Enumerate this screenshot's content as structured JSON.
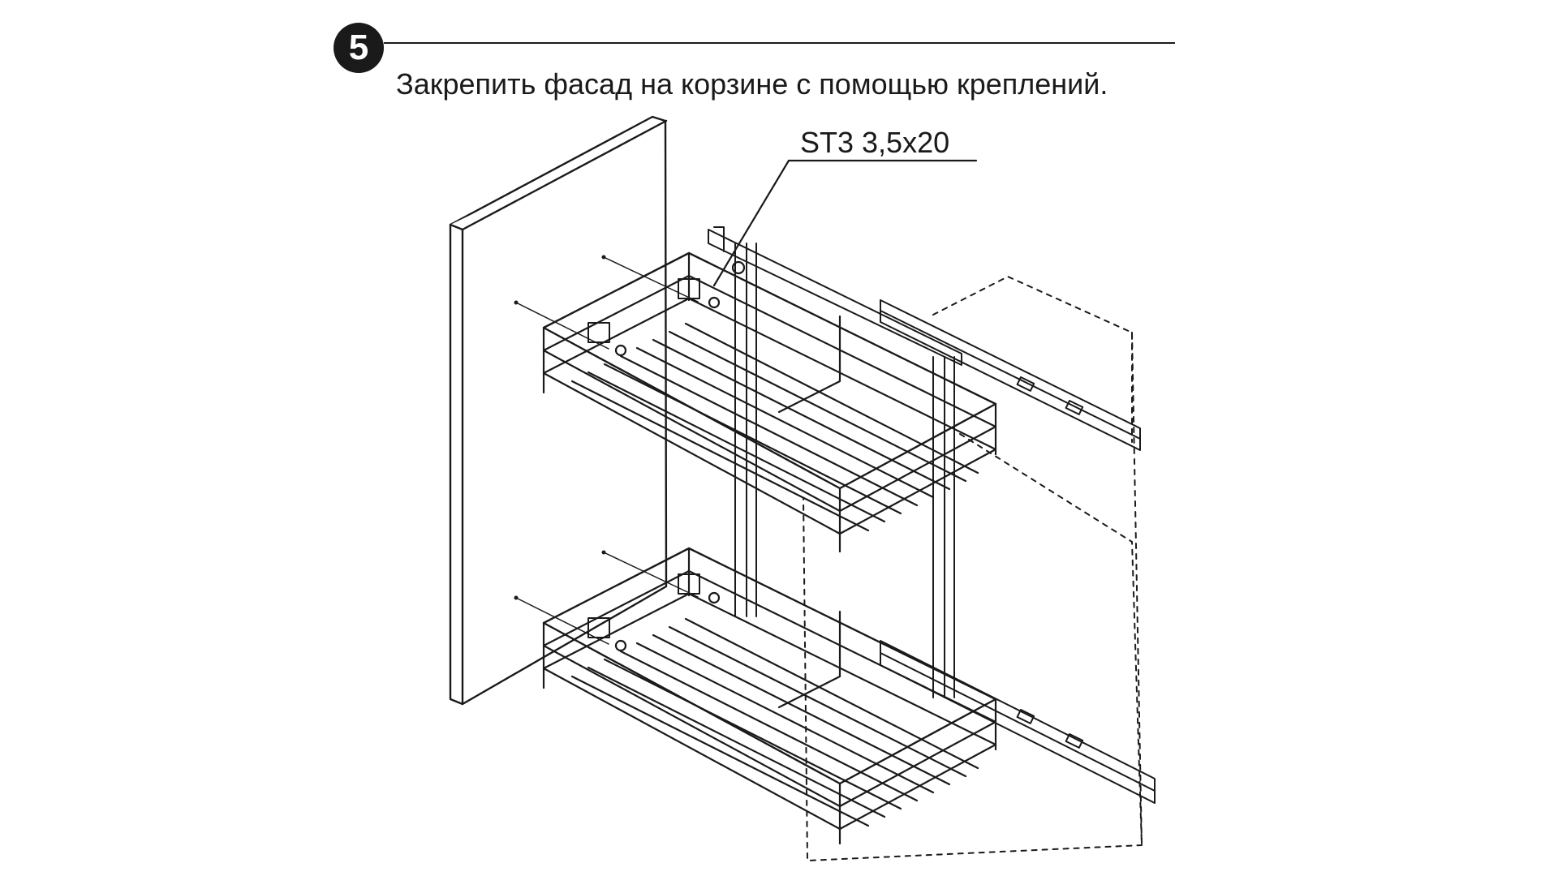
{
  "step": {
    "number": "5",
    "instruction": "Закрепить фасад на корзине с помощью креплений."
  },
  "callout": {
    "label": "ST3 3,5x20"
  },
  "colors": {
    "ink": "#1a1a1a",
    "background": "#ffffff"
  }
}
